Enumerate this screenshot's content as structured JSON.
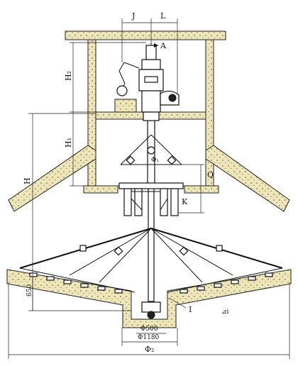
{
  "labels": {
    "J": "J",
    "L": "L",
    "A": "A",
    "H2": "H₂",
    "H1": "H₁",
    "H": "H",
    "phi1": "Φ₁",
    "Q": "Q",
    "K": "K",
    "dim650": "650",
    "I": "I",
    "slope": "⊿i",
    "phi500": "Φ500",
    "phi1180": "Φ1180",
    "phi2": "Φ₂"
  },
  "colors": {
    "concrete": "#efe6b8",
    "line": "#111111"
  }
}
